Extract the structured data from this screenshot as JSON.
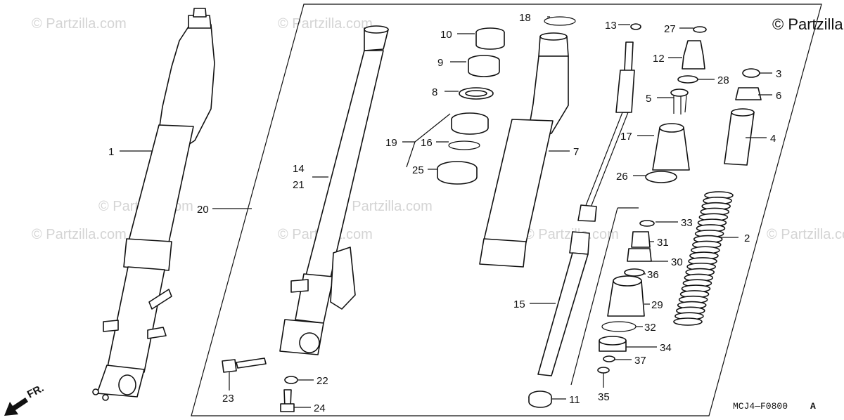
{
  "copyright": "© Partzilla",
  "watermark": "© Partzilla.com",
  "diagram_code": "MCJ4—F0800",
  "diagram_code_suffix": "A",
  "direction_label": "FR.",
  "callouts": [
    "1",
    "2",
    "3",
    "4",
    "5",
    "6",
    "7",
    "8",
    "9",
    "10",
    "11",
    "12",
    "13",
    "14",
    "15",
    "16",
    "17",
    "18",
    "19",
    "20",
    "21",
    "22",
    "23",
    "24",
    "25",
    "26",
    "27",
    "28",
    "29",
    "30",
    "31",
    "32",
    "33",
    "34",
    "35",
    "36",
    "37"
  ]
}
